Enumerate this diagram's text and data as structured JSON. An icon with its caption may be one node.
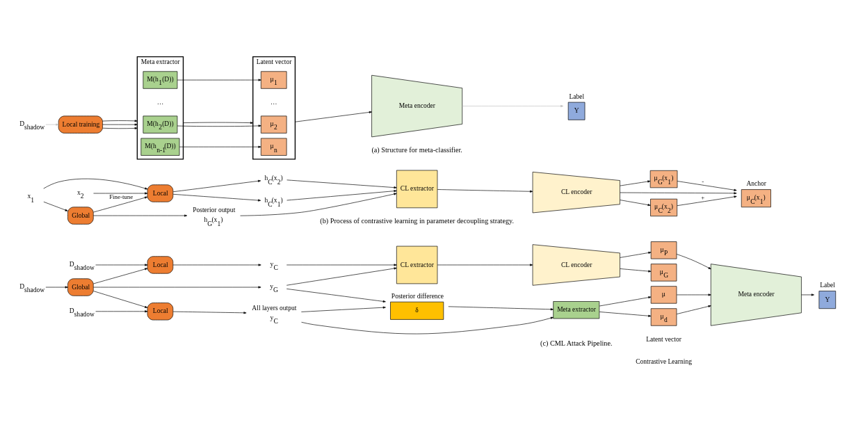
{
  "diagram": {
    "nodes": [
      {
        "text": [
          "D$_{shadow}$"
        ]
      },
      {
        "text": [
          "Local training"
        ]
      },
      {
        "text": [
          "Meta extractor"
        ]
      },
      {
        "text": [
          "M(h$_{1}$(D))"
        ],
        "in": 2
      },
      {
        "text": [
          "M(h$_{2}$(D))"
        ],
        "in": 2
      },
      {
        "text": [
          "M(h$_{n-1}$(D))"
        ],
        "in": 2
      },
      {
        "text": [
          "Latent vector"
        ]
      },
      {
        "text": [
          "μ$_{1}$"
        ],
        "in": 6
      },
      {
        "text": [
          "μ$_{2}$"
        ],
        "in": 6
      },
      {
        "text": [
          "μ$_{n}$"
        ],
        "in": 6
      },
      {
        "text": [
          "Meta encoder"
        ]
      },
      {
        "text": [
          "Label",
          "Y"
        ]
      },
      {
        "text": [
          "x$_{1}$"
        ]
      },
      {
        "text": [
          "x$_{2}$"
        ]
      },
      {
        "text": [
          "Global"
        ]
      },
      {
        "text": [
          "Local"
        ]
      },
      {
        "text": [
          "h$_{G}$(x$_{1}$)"
        ],
        "beside": [
          "Posterior output"
        ]
      },
      {
        "text": [
          "h$_{C}$(x$_{1}$)"
        ]
      },
      {
        "text": [
          "h$_{C}$(x$_{2}$)"
        ]
      },
      {
        "text": [
          "CL extractor"
        ]
      },
      {
        "text": [
          "CL encoder"
        ]
      },
      {
        "text": [
          "μ$_{G}$(x$_{1}$)"
        ]
      },
      {
        "text": [
          "μ$_{C}$(x$_{1}$)"
        ],
        "beside": [
          "Anchor"
        ]
      },
      {
        "text": [
          "μ$_{C}$(x$_{2}$)"
        ]
      },
      {
        "text": [
          "D$_{shadow}$"
        ]
      },
      {
        "text": [
          "D$_{shadow}$"
        ]
      },
      {
        "text": [
          "D$_{shadow}$"
        ]
      },
      {
        "text": [
          "Local"
        ]
      },
      {
        "text": [
          "Global"
        ]
      },
      {
        "text": [
          "Local"
        ]
      },
      {
        "text": [
          "y$_{C}$"
        ],
        "beside": [
          "All layers output"
        ]
      },
      {
        "text": [
          "y$_{G}$"
        ]
      },
      {
        "text": [
          "y$_{C}$"
        ]
      },
      {
        "text": [
          "δ"
        ],
        "beside": [
          "Posterior difference"
        ]
      },
      {
        "text": [
          "Meta extractor"
        ]
      },
      {
        "text": [
          "CL extractor"
        ]
      },
      {
        "text": [
          "CL encoder"
        ]
      },
      {
        "text": [
          "μ"
        ]
      },
      {
        "text": [
          "μ$_{d}$"
        ]
      },
      {
        "text": [
          "μ$_{P}$"
        ]
      },
      {
        "text": [
          "μ$_{G}$"
        ]
      },
      {
        "text": [
          "Meta encoder"
        ]
      },
      {
        "text": [
          "Label",
          "Y"
        ]
      }
    ],
    "edges": [
      {
        "from": 0,
        "to": 1,
        "arrow": "to",
        "color": "#bfbfbf"
      },
      {
        "from": 1,
        "to": 2,
        "arrow": "to"
      },
      {
        "from": 1,
        "to": 2,
        "arrow": "to"
      },
      {
        "from": 1,
        "to": 2,
        "arrow": "to"
      },
      {
        "from": 3,
        "to": 7,
        "arrow": "to"
      },
      {
        "from": 4,
        "to": 8,
        "arrow": "to"
      },
      {
        "from": 2,
        "to": 6,
        "arrow": "to"
      },
      {
        "from": 5,
        "to": 9,
        "arrow": "to"
      },
      {
        "from": 6,
        "to": 10,
        "arrow": "to"
      },
      {
        "from": 10,
        "to": 11,
        "arrow": "to",
        "color": "#bfbfbf"
      },
      {
        "from": 12,
        "to": 14,
        "arrow": "to"
      },
      {
        "from": 12,
        "to": 15,
        "arrow": "to"
      },
      {
        "from": 13,
        "to": 15,
        "arrow": "to"
      },
      {
        "from": 14,
        "to": 15,
        "arrow": "to",
        "label": "Fine-tune"
      },
      {
        "from": 14,
        "to": 16,
        "arrow": "to"
      },
      {
        "from": 15,
        "to": 17,
        "arrow": "to"
      },
      {
        "from": 15,
        "to": 18,
        "arrow": "to"
      },
      {
        "from": 16,
        "to": 19,
        "arrow": "to"
      },
      {
        "from": 17,
        "to": 19,
        "arrow": "to"
      },
      {
        "from": 18,
        "to": 19,
        "arrow": "to"
      },
      {
        "from": 19,
        "to": 20,
        "arrow": "to"
      },
      {
        "from": 20,
        "to": 21,
        "arrow": "to"
      },
      {
        "from": 20,
        "to": 22,
        "arrow": "to"
      },
      {
        "from": 20,
        "to": 23,
        "arrow": "to"
      },
      {
        "from": 21,
        "to": 22,
        "arrow": "to",
        "label": "-"
      },
      {
        "from": 23,
        "to": 22,
        "arrow": "to",
        "label": "+"
      },
      {
        "from": 24,
        "to": 27,
        "arrow": "to"
      },
      {
        "from": 25,
        "to": 28,
        "arrow": "to"
      },
      {
        "from": 26,
        "to": 29,
        "arrow": "to"
      },
      {
        "from": 28,
        "to": 27,
        "arrow": "to"
      },
      {
        "from": 28,
        "to": 29,
        "arrow": "to"
      },
      {
        "from": 27,
        "to": 30,
        "arrow": "to"
      },
      {
        "from": 28,
        "to": 31,
        "arrow": "to"
      },
      {
        "from": 29,
        "to": 32,
        "arrow": "to"
      },
      {
        "from": 30,
        "to": 34,
        "arrow": "to"
      },
      {
        "from": 30,
        "to": 33,
        "arrow": "to"
      },
      {
        "from": 31,
        "to": 33,
        "arrow": "to"
      },
      {
        "from": 31,
        "to": 35,
        "arrow": "to"
      },
      {
        "from": 32,
        "to": 35,
        "arrow": "to"
      },
      {
        "from": 33,
        "to": 34,
        "arrow": "to"
      },
      {
        "from": 34,
        "to": 37,
        "arrow": "to"
      },
      {
        "from": 34,
        "to": 38,
        "arrow": "to"
      },
      {
        "from": 35,
        "to": 36,
        "arrow": "to"
      },
      {
        "from": 36,
        "to": 39,
        "arrow": "to"
      },
      {
        "from": 36,
        "to": 40,
        "arrow": "to"
      },
      {
        "from": 37,
        "to": 41,
        "arrow": "to"
      },
      {
        "from": 38,
        "to": 41,
        "arrow": "to"
      },
      {
        "from": 39,
        "to": 41,
        "arrow": "to"
      },
      {
        "from": 41,
        "to": 42,
        "arrow": "to"
      }
    ],
    "labels": [
      "…",
      "…",
      "(a) Structure for meta-classifier.",
      "(b) Process of contrastive learning in parameter decoupling strategy.",
      "Latent vector",
      "Contrastive Learning",
      "(c) CML Attack Pipeline."
    ]
  }
}
